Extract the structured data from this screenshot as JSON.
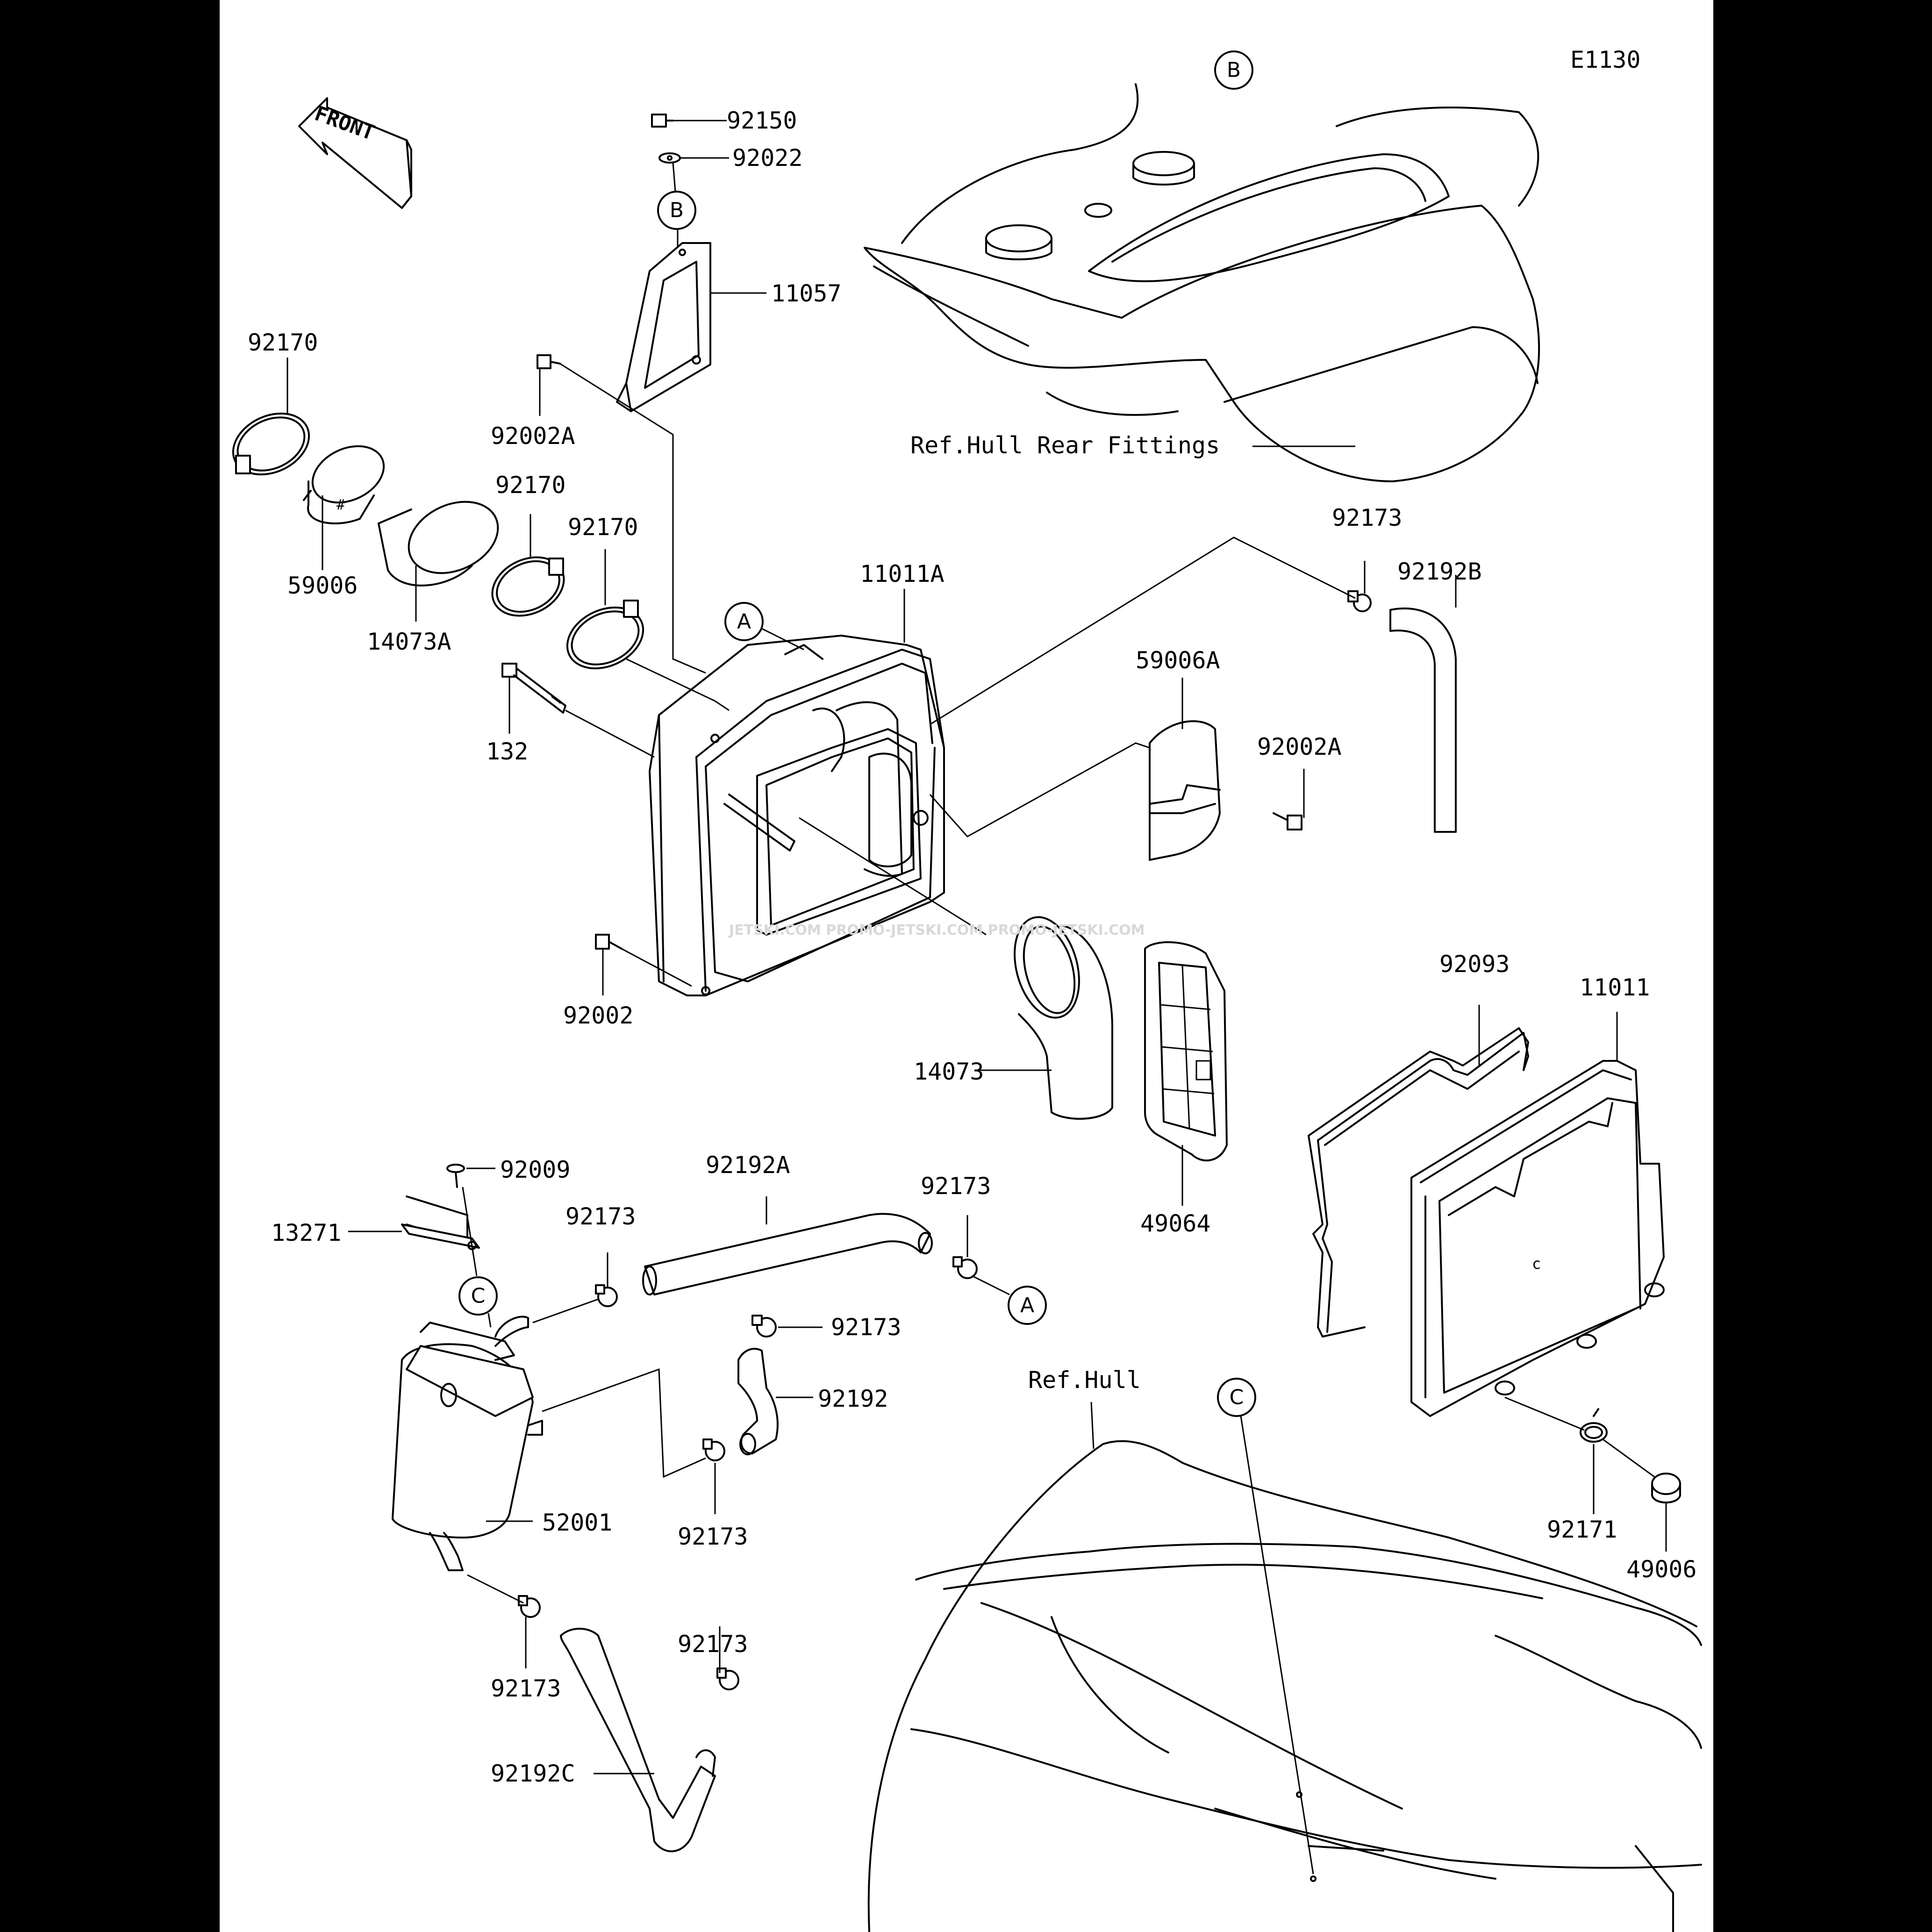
{
  "diagram_code": "E1130",
  "front_label": "FRONT",
  "ref_labels": {
    "hull_rear_fittings": "Ref.Hull Rear Fittings",
    "hull": "Ref.Hull"
  },
  "bubbles": [
    "A",
    "B",
    "C"
  ],
  "part_numbers": {
    "p92150": "92150",
    "p92022": "92022",
    "p11057": "11057",
    "p92170_a": "92170",
    "p92170_b": "92170",
    "p92170_c": "92170",
    "p59006": "59006",
    "p14073A": "14073A",
    "p92002A_a": "92002A",
    "p92002A_b": "92002A",
    "p11011A": "11011A",
    "p132": "132",
    "p92002": "92002",
    "p92173_top": "92173",
    "p92192B": "92192B",
    "p59006A": "59006A",
    "p14073": "14073",
    "p49064": "49064",
    "p92093": "92093",
    "p11011": "11011",
    "p92009": "92009",
    "p13271": "13271",
    "p92192A": "92192A",
    "p92173_a": "92173",
    "p92173_b": "92173",
    "p92173_c": "92173",
    "p92192": "92192",
    "p92173_d": "92173",
    "p52001": "52001",
    "p92173_e": "92173",
    "p92173_f": "92173",
    "p92192C": "92192C",
    "p92171": "92171",
    "p49006": "49006"
  },
  "watermark": "JETSKI.COM  PROMO-JETSKI.COM PROMO-JETSKI.COM"
}
